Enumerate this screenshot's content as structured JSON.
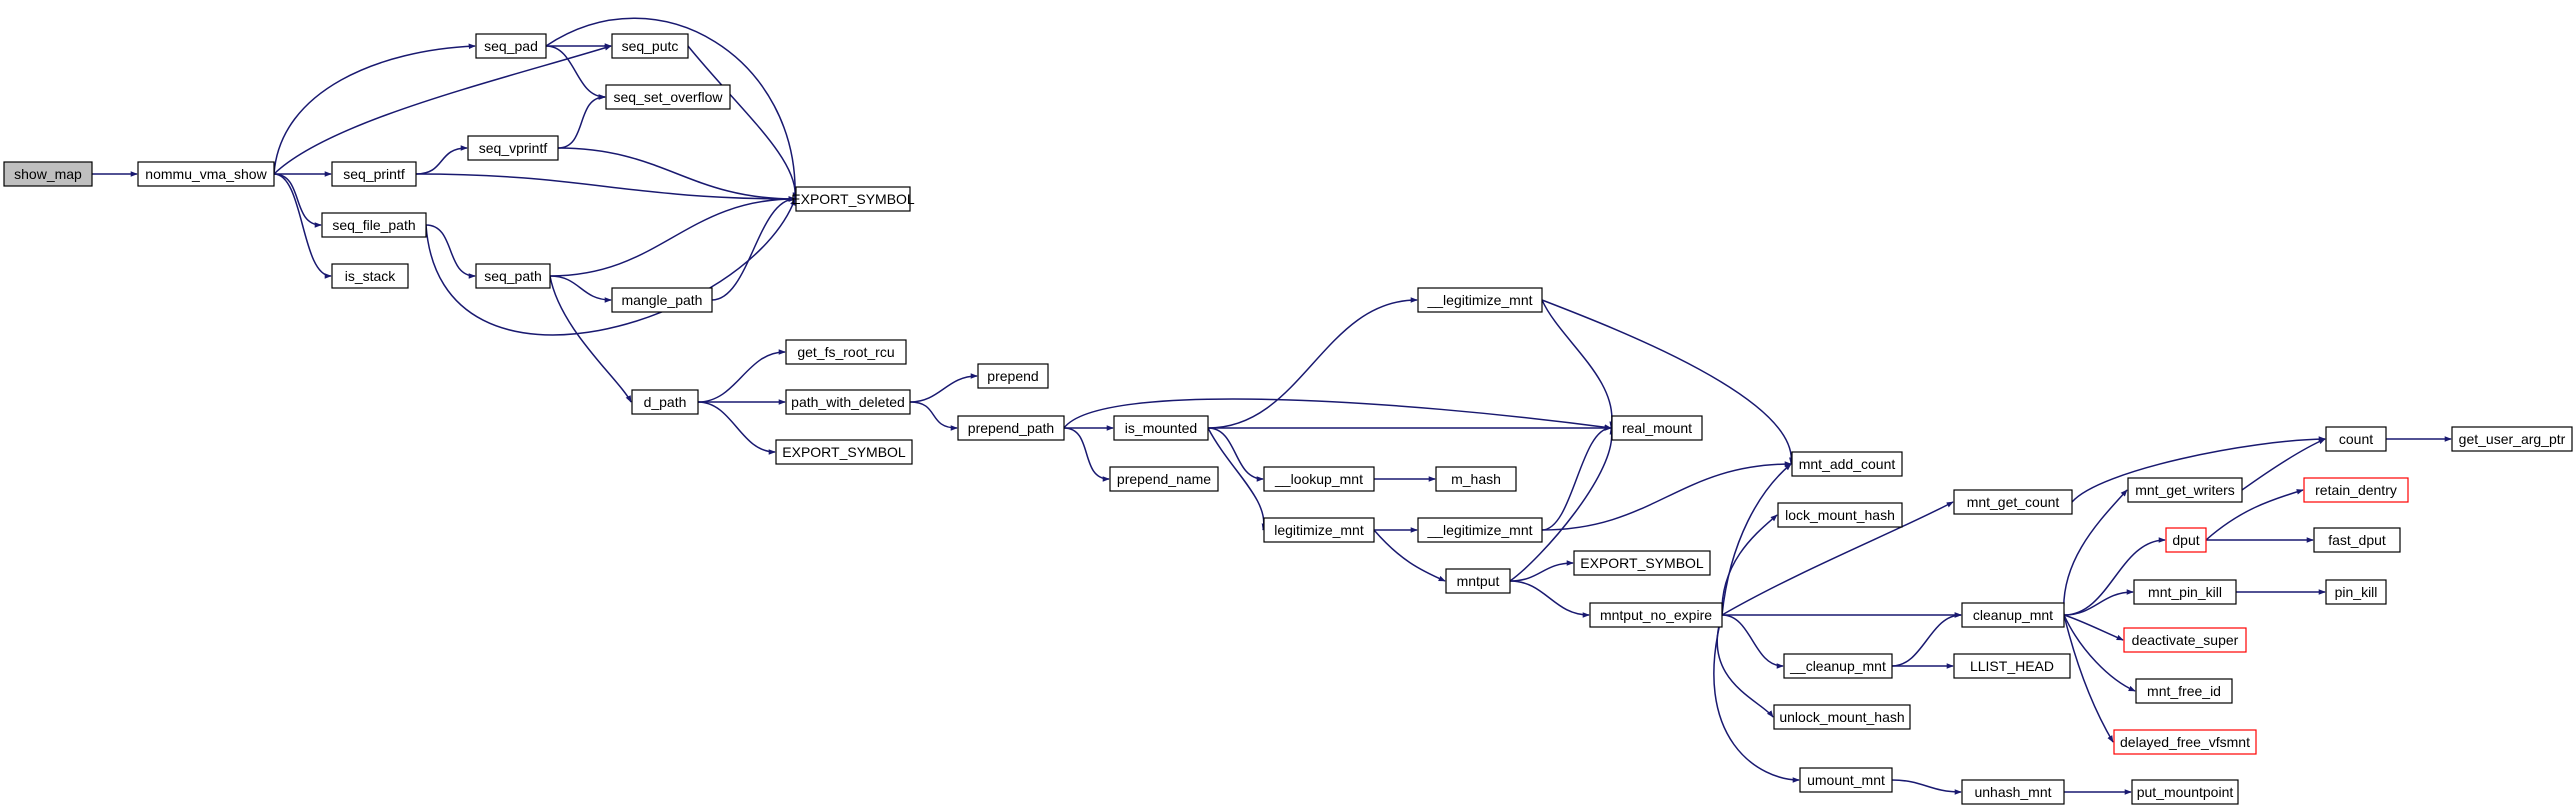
{
  "diagram": {
    "type": "call-graph",
    "colors": {
      "edge": "#191970",
      "node_border": "#000000",
      "node_fill": "#ffffff",
      "root_fill": "#bfbfbf",
      "truncated_border": "#ff0000"
    },
    "nodes": [
      {
        "id": "show_map",
        "label": "show_map",
        "style": "root"
      },
      {
        "id": "nommu_vma_show",
        "label": "nommu_vma_show"
      },
      {
        "id": "seq_pad",
        "label": "seq_pad"
      },
      {
        "id": "seq_putc",
        "label": "seq_putc"
      },
      {
        "id": "seq_set_overflow",
        "label": "seq_set_overflow"
      },
      {
        "id": "seq_vprintf",
        "label": "seq_vprintf"
      },
      {
        "id": "seq_printf",
        "label": "seq_printf"
      },
      {
        "id": "export_symbol_1",
        "label": "EXPORT_SYMBOL"
      },
      {
        "id": "seq_file_path",
        "label": "seq_file_path"
      },
      {
        "id": "is_stack",
        "label": "is_stack"
      },
      {
        "id": "seq_path",
        "label": "seq_path"
      },
      {
        "id": "mangle_path",
        "label": "mangle_path"
      },
      {
        "id": "d_path",
        "label": "d_path"
      },
      {
        "id": "get_fs_root_rcu",
        "label": "get_fs_root_rcu"
      },
      {
        "id": "prepend",
        "label": "prepend"
      },
      {
        "id": "path_with_deleted",
        "label": "path_with_deleted"
      },
      {
        "id": "export_symbol_2",
        "label": "EXPORT_SYMBOL"
      },
      {
        "id": "prepend_path",
        "label": "prepend_path"
      },
      {
        "id": "is_mounted",
        "label": "is_mounted"
      },
      {
        "id": "prepend_name",
        "label": "prepend_name"
      },
      {
        "id": "legitimize_mnt_a",
        "label": "__legitimize_mnt"
      },
      {
        "id": "real_mount",
        "label": "real_mount"
      },
      {
        "id": "lookup_mnt",
        "label": "__lookup_mnt"
      },
      {
        "id": "m_hash",
        "label": "m_hash"
      },
      {
        "id": "legitimize_mnt",
        "label": "legitimize_mnt"
      },
      {
        "id": "legitimize_mnt_b",
        "label": "__legitimize_mnt"
      },
      {
        "id": "mntput",
        "label": "mntput"
      },
      {
        "id": "export_symbol_3",
        "label": "EXPORT_SYMBOL"
      },
      {
        "id": "mnt_add_count",
        "label": "mnt_add_count"
      },
      {
        "id": "lock_mount_hash",
        "label": "lock_mount_hash"
      },
      {
        "id": "mntput_no_expire",
        "label": "mntput_no_expire"
      },
      {
        "id": "cleanup_mnt_2",
        "label": "__cleanup_mnt"
      },
      {
        "id": "unlock_mount_hash",
        "label": "unlock_mount_hash"
      },
      {
        "id": "umount_mnt",
        "label": "umount_mnt"
      },
      {
        "id": "mnt_get_count",
        "label": "mnt_get_count"
      },
      {
        "id": "cleanup_mnt",
        "label": "cleanup_mnt"
      },
      {
        "id": "llist_head",
        "label": "LLIST_HEAD"
      },
      {
        "id": "unhash_mnt",
        "label": "unhash_mnt"
      },
      {
        "id": "put_mountpoint",
        "label": "put_mountpoint"
      },
      {
        "id": "mnt_get_writers",
        "label": "mnt_get_writers"
      },
      {
        "id": "dput",
        "label": "dput",
        "style": "truncated"
      },
      {
        "id": "mnt_pin_kill",
        "label": "mnt_pin_kill"
      },
      {
        "id": "deactivate_super",
        "label": "deactivate_super",
        "style": "truncated"
      },
      {
        "id": "mnt_free_id",
        "label": "mnt_free_id"
      },
      {
        "id": "delayed_free_vfsmnt",
        "label": "delayed_free_vfsmnt",
        "style": "truncated"
      },
      {
        "id": "count",
        "label": "count"
      },
      {
        "id": "get_user_arg_ptr",
        "label": "get_user_arg_ptr"
      },
      {
        "id": "retain_dentry",
        "label": "retain_dentry",
        "style": "truncated"
      },
      {
        "id": "fast_dput",
        "label": "fast_dput"
      },
      {
        "id": "pin_kill",
        "label": "pin_kill"
      }
    ],
    "edges": [
      [
        "show_map",
        "nommu_vma_show"
      ],
      [
        "nommu_vma_show",
        "seq_pad"
      ],
      [
        "nommu_vma_show",
        "seq_putc"
      ],
      [
        "nommu_vma_show",
        "seq_printf"
      ],
      [
        "nommu_vma_show",
        "seq_file_path"
      ],
      [
        "nommu_vma_show",
        "is_stack"
      ],
      [
        "seq_pad",
        "seq_putc"
      ],
      [
        "seq_pad",
        "seq_set_overflow"
      ],
      [
        "seq_pad",
        "export_symbol_1"
      ],
      [
        "seq_putc",
        "export_symbol_1"
      ],
      [
        "seq_printf",
        "seq_vprintf"
      ],
      [
        "seq_printf",
        "export_symbol_1"
      ],
      [
        "seq_vprintf",
        "seq_set_overflow"
      ],
      [
        "seq_vprintf",
        "export_symbol_1"
      ],
      [
        "seq_file_path",
        "seq_path"
      ],
      [
        "seq_file_path",
        "export_symbol_1"
      ],
      [
        "seq_path",
        "export_symbol_1"
      ],
      [
        "seq_path",
        "mangle_path"
      ],
      [
        "seq_path",
        "d_path"
      ],
      [
        "mangle_path",
        "export_symbol_1"
      ],
      [
        "d_path",
        "get_fs_root_rcu"
      ],
      [
        "d_path",
        "path_with_deleted"
      ],
      [
        "d_path",
        "export_symbol_2"
      ],
      [
        "path_with_deleted",
        "prepend"
      ],
      [
        "path_with_deleted",
        "prepend_path"
      ],
      [
        "prepend_path",
        "is_mounted"
      ],
      [
        "prepend_path",
        "prepend_name"
      ],
      [
        "prepend_path",
        "real_mount"
      ],
      [
        "is_mounted",
        "legitimize_mnt_a"
      ],
      [
        "is_mounted",
        "real_mount"
      ],
      [
        "is_mounted",
        "lookup_mnt"
      ],
      [
        "is_mounted",
        "legitimize_mnt"
      ],
      [
        "legitimize_mnt_a",
        "real_mount"
      ],
      [
        "legitimize_mnt_a",
        "mnt_add_count"
      ],
      [
        "lookup_mnt",
        "m_hash"
      ],
      [
        "legitimize_mnt",
        "legitimize_mnt_b"
      ],
      [
        "legitimize_mnt",
        "mntput"
      ],
      [
        "legitimize_mnt_b",
        "real_mount"
      ],
      [
        "legitimize_mnt_b",
        "mnt_add_count"
      ],
      [
        "mntput",
        "real_mount"
      ],
      [
        "mntput",
        "export_symbol_3"
      ],
      [
        "mntput",
        "mntput_no_expire"
      ],
      [
        "mntput_no_expire",
        "mnt_add_count"
      ],
      [
        "mntput_no_expire",
        "lock_mount_hash"
      ],
      [
        "mntput_no_expire",
        "mnt_get_count"
      ],
      [
        "mntput_no_expire",
        "cleanup_mnt"
      ],
      [
        "mntput_no_expire",
        "cleanup_mnt_2"
      ],
      [
        "mntput_no_expire",
        "unlock_mount_hash"
      ],
      [
        "mntput_no_expire",
        "umount_mnt"
      ],
      [
        "cleanup_mnt_2",
        "cleanup_mnt"
      ],
      [
        "cleanup_mnt_2",
        "llist_head"
      ],
      [
        "umount_mnt",
        "unhash_mnt"
      ],
      [
        "unhash_mnt",
        "put_mountpoint"
      ],
      [
        "mnt_get_count",
        "count"
      ],
      [
        "cleanup_mnt",
        "mnt_get_writers"
      ],
      [
        "cleanup_mnt",
        "dput"
      ],
      [
        "cleanup_mnt",
        "mnt_pin_kill"
      ],
      [
        "cleanup_mnt",
        "deactivate_super"
      ],
      [
        "cleanup_mnt",
        "mnt_free_id"
      ],
      [
        "cleanup_mnt",
        "delayed_free_vfsmnt"
      ],
      [
        "mnt_get_writers",
        "count"
      ],
      [
        "count",
        "get_user_arg_ptr"
      ],
      [
        "dput",
        "retain_dentry"
      ],
      [
        "dput",
        "fast_dput"
      ],
      [
        "mnt_pin_kill",
        "pin_kill"
      ]
    ]
  }
}
